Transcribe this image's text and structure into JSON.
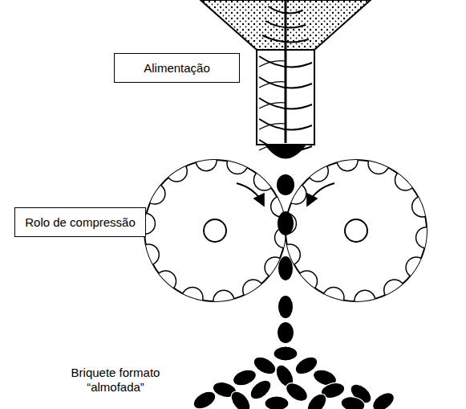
{
  "diagram": {
    "nodes": [
      {
        "text": [
          "Alimentação"
        ]
      },
      {
        "text": [
          "Rolo de compressão"
        ]
      }
    ],
    "labels": [
      "Briquete formato “almofada”"
    ]
  }
}
